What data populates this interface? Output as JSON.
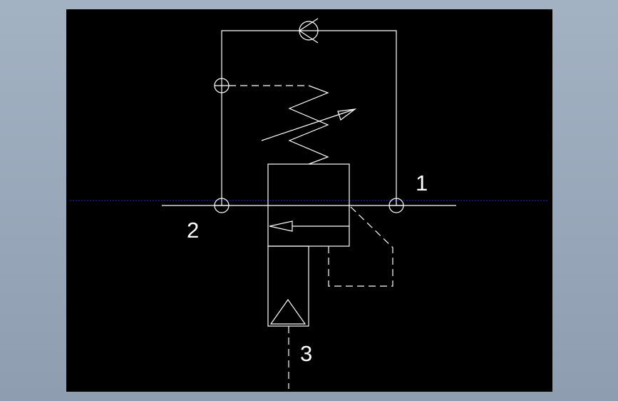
{
  "diagram": {
    "colors": {
      "background": "#000000",
      "stroke": "#ffffff",
      "centerline": "#1c28c8"
    },
    "ports": {
      "port_1": "1",
      "port_2": "2",
      "port_3": "3"
    }
  }
}
